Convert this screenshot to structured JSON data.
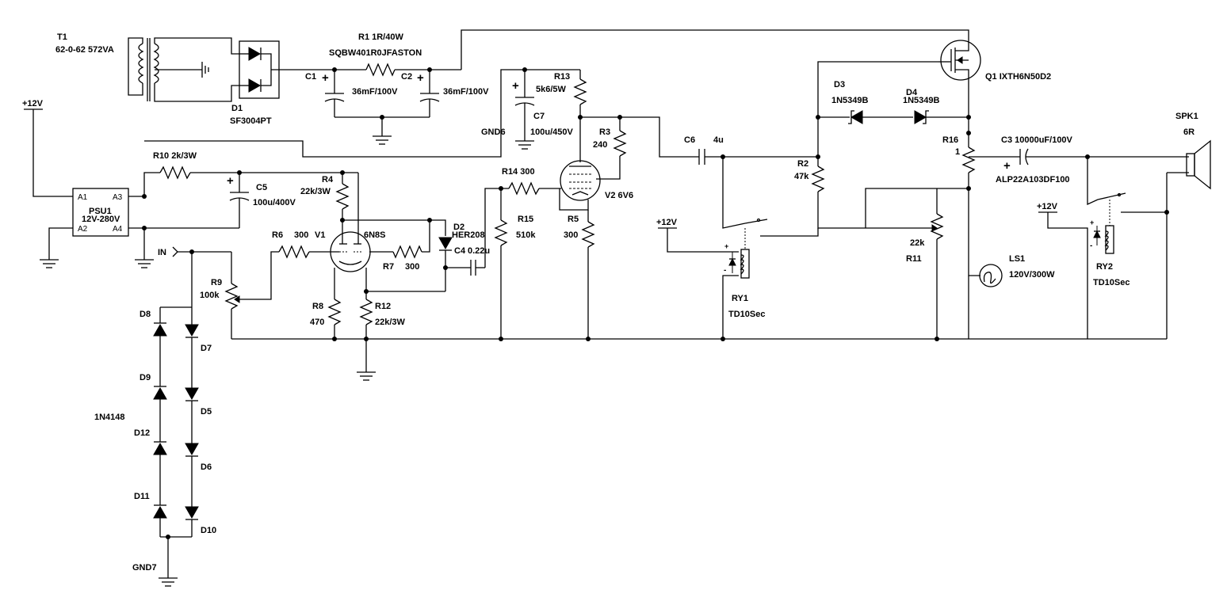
{
  "labels": {
    "t1_ref": "T1",
    "t1_val": "62-0-62 572VA",
    "d1_ref": "D1",
    "d1_val": "SF3004PT",
    "r1": "R1  1R/40W",
    "r1_part": "SQBW401R0JFASTON",
    "c1_ref": "C1",
    "c1_val": "36mF/100V",
    "c2_ref": "C2",
    "c2_val": "36mF/100V",
    "q1": "Q1  IXTH6N50D2",
    "r13_ref": "R13",
    "r13_val": "5k6/5W",
    "c7_ref": "C7",
    "c7_val": "100u/450V",
    "gnd6": "GND6",
    "r3_ref": "R3",
    "r3_val": "240",
    "c6_ref": "C6",
    "c6_val": "4u",
    "d3_ref": "D3",
    "d3_val": "1N5349B",
    "d4_ref": "D4",
    "d4_val": "1N5349B",
    "r16_ref": "R16",
    "r16_val": "1",
    "c3": "C3  10000uF/100V",
    "c3_part": "ALP22A103DF100",
    "spk_ref": "SPK1",
    "spk_val": "6R",
    "p12_a": "+12V",
    "p12_b": "+12V",
    "p12_c": "+12V",
    "r10": "R10  2k/3W",
    "psu_ref": "PSU1",
    "psu_val": "12V-280V",
    "psu_a1": "A1",
    "psu_a2": "A2",
    "psu_a3": "A3",
    "psu_a4": "A4",
    "c5_ref": "C5",
    "c5_val": "100u/400V",
    "r4_ref": "R4",
    "r4_val": "22k/3W",
    "r14": "R14  300",
    "r15_ref": "R15",
    "r15_val": "510k",
    "v2": "V2  6V6",
    "r5_ref": "R5",
    "r5_val": "300",
    "r2_ref": "R2",
    "r2_val": "47k",
    "r11_ref": "R11",
    "r11_val": "22k",
    "ls1_ref": "LS1",
    "ls1_val": "120V/300W",
    "ry2_ref": "RY2",
    "ry2_val": "TD10Sec",
    "ry1_ref": "RY1",
    "ry1_val": "TD10Sec",
    "in": "IN",
    "r6": "R6",
    "r6_val": "300",
    "v1_ref": "V1",
    "v1_val": "6N8S",
    "r7_ref": "R7",
    "r7_val": "300",
    "d2_ref": "D2",
    "d2_val": "HER208",
    "c4": "C4",
    "c4_val": "0.22u",
    "r9_ref": "R9",
    "r9_val": "100k",
    "r8_ref": "R8",
    "r8_val": "470",
    "r12_ref": "R12",
    "r12_val": "22k/3W",
    "d8": "D8",
    "d7": "D7",
    "d9": "D9",
    "d5": "D5",
    "d12": "D12",
    "d6": "D6",
    "d11": "D11",
    "d10": "D10",
    "ladder_val": "1N4148",
    "gnd7": "GND7",
    "plus": "+",
    "minus": "-"
  }
}
